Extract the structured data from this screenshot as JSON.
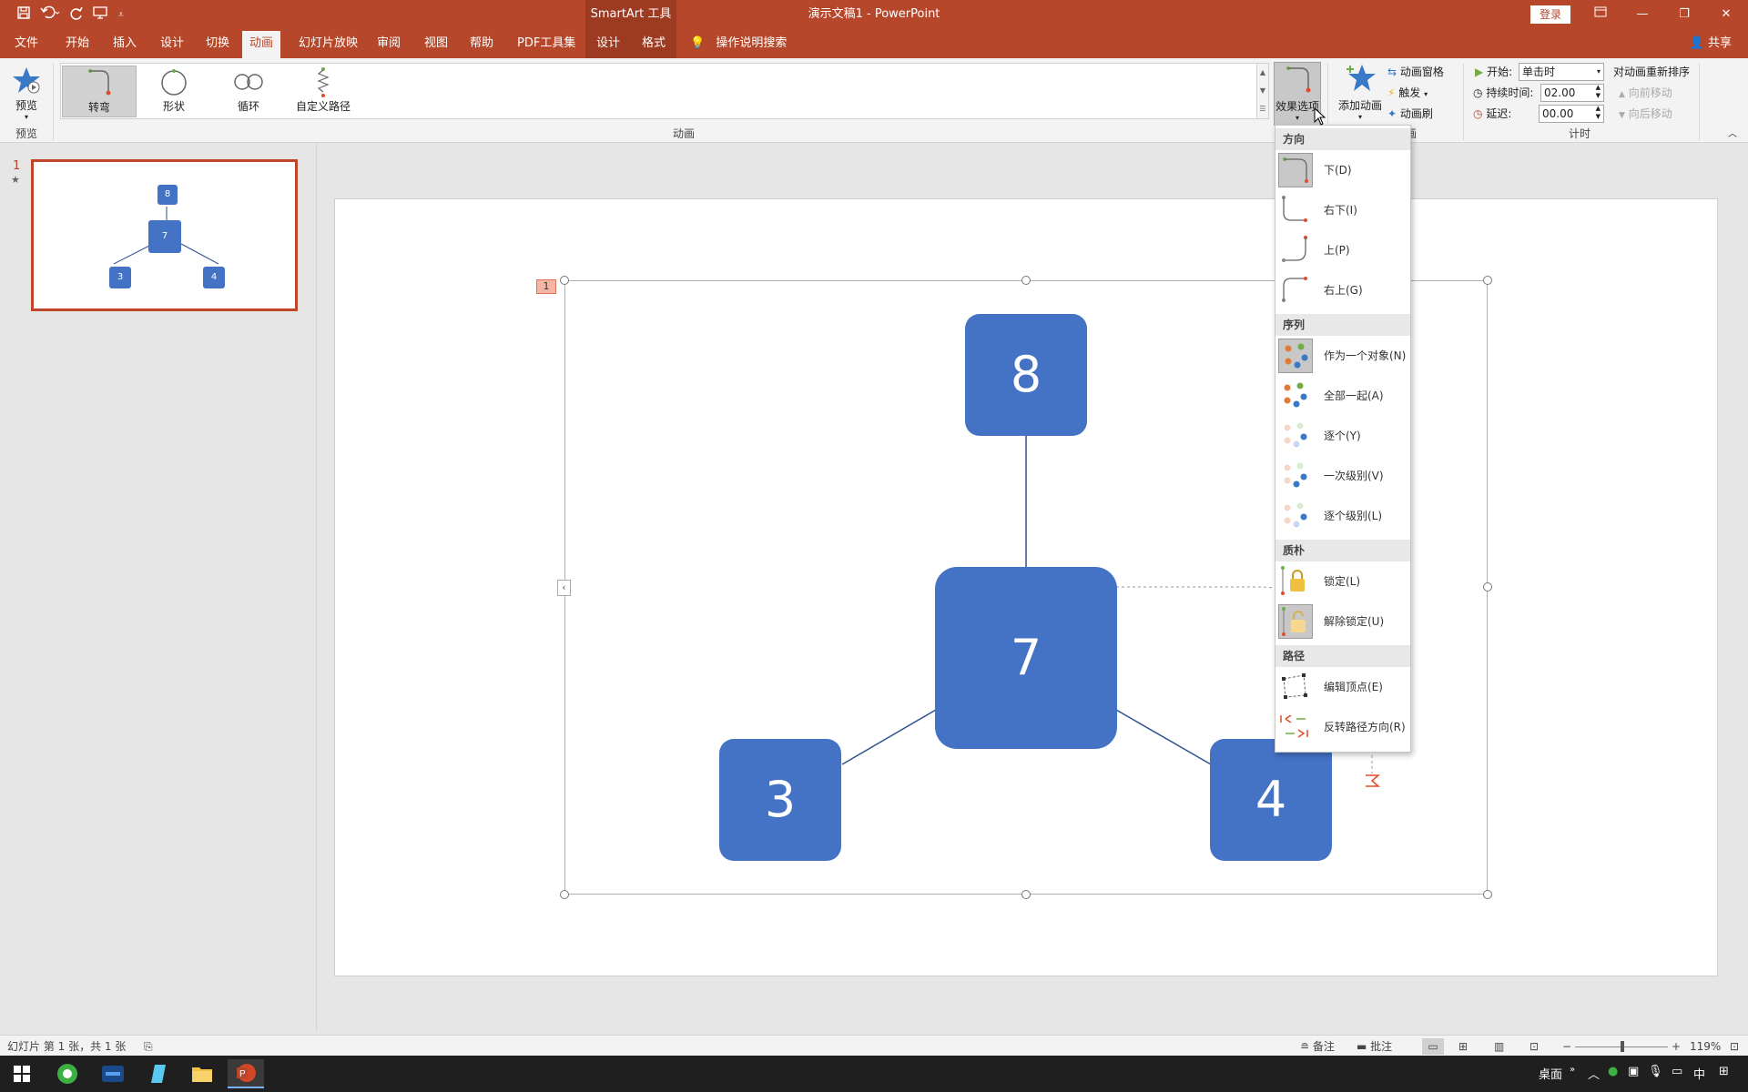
{
  "titlebar": {
    "context_tab": "SmartArt 工具",
    "document_title": "演示文稿1  -  PowerPoint",
    "login_label": "登录"
  },
  "tabs": [
    {
      "label": "文件"
    },
    {
      "label": "开始"
    },
    {
      "label": "插入"
    },
    {
      "label": "设计"
    },
    {
      "label": "切换"
    },
    {
      "label": "动画"
    },
    {
      "label": "幻灯片放映"
    },
    {
      "label": "审阅"
    },
    {
      "label": "视图"
    },
    {
      "label": "帮助"
    },
    {
      "label": "PDF工具集"
    },
    {
      "label": "设计"
    },
    {
      "label": "格式"
    }
  ],
  "tellme_label": "操作说明搜索",
  "share_label": "共享",
  "ribbon": {
    "preview": {
      "label": "预览",
      "group_label": "预览"
    },
    "animation_group_label": "动画",
    "gallery": [
      {
        "label": "转弯",
        "selected": true
      },
      {
        "label": "形状"
      },
      {
        "label": "循环"
      },
      {
        "label": "自定义路径"
      }
    ],
    "effect_options_label": "效果选项",
    "add_animation_label": "添加动画",
    "animation_pane_label": "动画窗格",
    "trigger_label": "触发",
    "animation_painter_label": "动画刷",
    "advanced_group_label": "画",
    "timing": {
      "group_label": "计时",
      "start_label": "开始:",
      "start_value": "单击时",
      "duration_label": "持续时间:",
      "duration_value": "02.00",
      "delay_label": "延迟:",
      "delay_value": "00.00",
      "reorder_label": "对动画重新排序",
      "move_earlier_label": "向前移动",
      "move_later_label": "向后移动"
    }
  },
  "thumbnail": {
    "slide_number": "1",
    "star": "★",
    "nodes": {
      "top": "8",
      "center": "7",
      "left": "3",
      "right": "4"
    }
  },
  "slide": {
    "anim_tag": "1",
    "nodes": {
      "top": "8",
      "center": "7",
      "left": "3",
      "right": "4"
    }
  },
  "dropdown": {
    "sections": {
      "direction": "方向",
      "sequence": "序列",
      "texture": "质朴",
      "path": "路径"
    },
    "direction_items": [
      {
        "label": "下(D)",
        "selected": true
      },
      {
        "label": "右下(I)"
      },
      {
        "label": "上(P)"
      },
      {
        "label": "右上(G)"
      }
    ],
    "sequence_items": [
      {
        "label": "作为一个对象(N)",
        "selected": true
      },
      {
        "label": "全部一起(A)"
      },
      {
        "label": "逐个(Y)"
      },
      {
        "label": "一次级别(V)"
      },
      {
        "label": "逐个级别(L)"
      }
    ],
    "lock_items": [
      {
        "label": "锁定(L)"
      },
      {
        "label": "解除锁定(U)",
        "selected": true
      }
    ],
    "path_items": [
      {
        "label": "编辑顶点(E)"
      },
      {
        "label": "反转路径方向(R)"
      }
    ]
  },
  "statusbar": {
    "slide_info": "幻灯片 第 1 张，共 1 张",
    "notes_label": "备注",
    "comments_label": "批注",
    "zoom_label": "119%",
    "zoom_minus": "−",
    "zoom_plus": "+"
  },
  "taskbar": {
    "desktop_label": "桌面",
    "ime_label": "中"
  },
  "colors": {
    "accent": "#b7472a",
    "node_fill": "#4472c4"
  }
}
